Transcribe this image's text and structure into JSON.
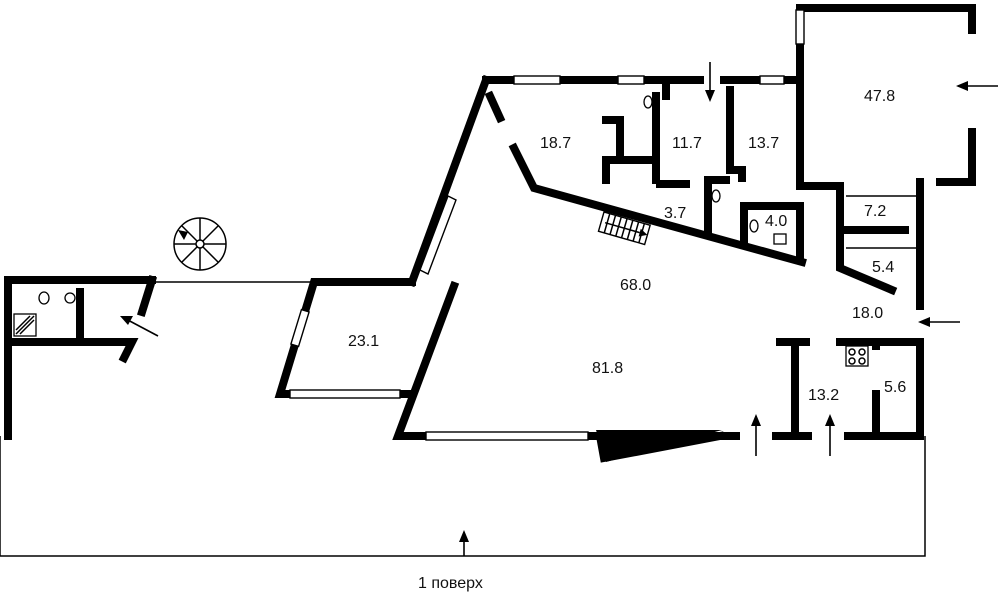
{
  "floor_label": "1 поверх",
  "rooms": [
    {
      "id": "room-47-8",
      "area": "47.8"
    },
    {
      "id": "room-18-7",
      "area": "18.7"
    },
    {
      "id": "room-11-7",
      "area": "11.7"
    },
    {
      "id": "room-13-7a",
      "area": "13.7"
    },
    {
      "id": "room-7-2",
      "area": "7.2"
    },
    {
      "id": "room-3-7",
      "area": "3.7"
    },
    {
      "id": "room-4-0",
      "area": "4.0"
    },
    {
      "id": "room-5-4",
      "area": "5.4"
    },
    {
      "id": "room-68-0",
      "area": "68.0"
    },
    {
      "id": "room-18-0",
      "area": "18.0"
    },
    {
      "id": "room-23-1",
      "area": "23.1"
    },
    {
      "id": "room-81-8",
      "area": "81.8"
    },
    {
      "id": "room-13-2",
      "area": "13.2"
    },
    {
      "id": "room-5-6",
      "area": "5.6"
    }
  ],
  "icons": [
    "spiral-staircase-icon",
    "straight-staircase-icon",
    "toilet-icon",
    "sink-icon",
    "shower-icon",
    "stove-icon",
    "entrance-arrow-icon"
  ]
}
